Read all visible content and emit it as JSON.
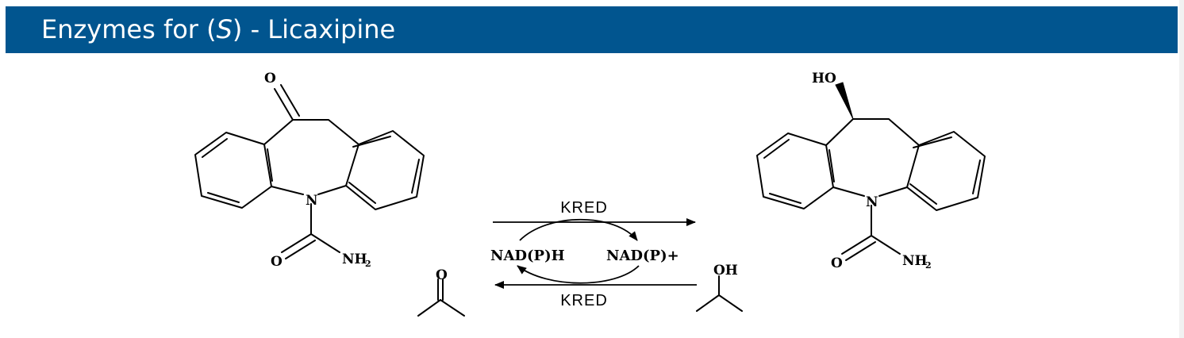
{
  "header": {
    "title_prefix": "Enzymes for (",
    "title_italic": "S",
    "title_suffix": ") - Licaxipine",
    "background": "#01558f",
    "text_color": "#ffffff"
  },
  "reaction": {
    "forward_enzyme": "KRED",
    "reverse_enzyme": "KRED",
    "cofactor_left": "NAD(P)H",
    "cofactor_right": "NAD(P)+"
  },
  "substrate": {
    "o_label": "O",
    "n_label": "N",
    "amide_o_label": "O",
    "amide_nh": "NH",
    "amide_sub": "2"
  },
  "product": {
    "ho_label": "HO",
    "n_label": "N",
    "amide_o_label": "O",
    "amide_nh": "NH",
    "amide_sub": "2"
  },
  "acetone": {
    "o_label": "O"
  },
  "isopropanol": {
    "oh_label": "OH"
  }
}
